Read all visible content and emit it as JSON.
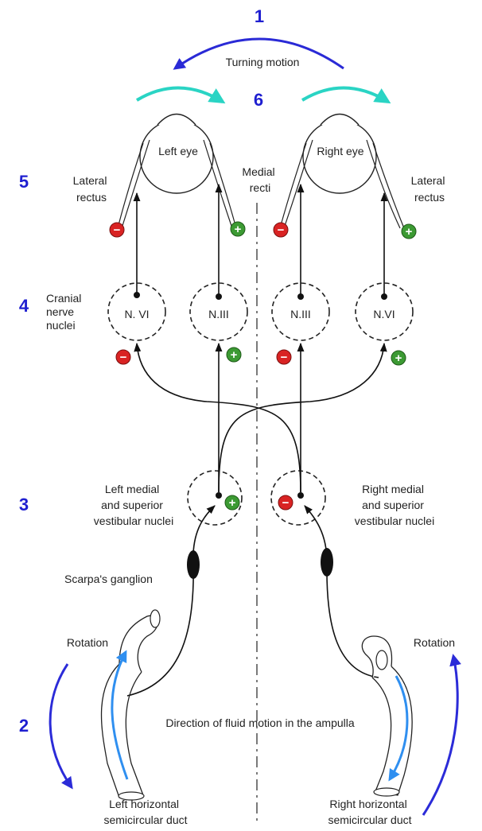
{
  "colors": {
    "number": "#1f1fd0",
    "turn_arrow": "#2a2ad6",
    "eye_arrow": "#2ad4c4",
    "rotation_arrow": "#2b2bd8",
    "fluid_arrow": "#2f8ff0",
    "minus": "#d92323",
    "plus": "#3c9a33",
    "line": "#111111"
  },
  "step_numbers": [
    "1",
    "2",
    "3",
    "4",
    "5",
    "6"
  ],
  "labels": {
    "turning_motion": "Turning motion",
    "left_eye": "Left eye",
    "right_eye": "Right eye",
    "lateral_rectus_left": [
      "Lateral",
      "rectus"
    ],
    "lateral_rectus_right": [
      "Lateral",
      "rectus"
    ],
    "medial_recti": [
      "Medial",
      "recti"
    ],
    "cranial_nerve_nuclei": [
      "Cranial",
      "nerve",
      "nuclei"
    ],
    "nuclei": [
      "N. VI",
      "N.III",
      "N.III",
      "N.VI"
    ],
    "left_vestibular": [
      "Left medial",
      "and superior",
      "vestibular nuclei"
    ],
    "right_vestibular": [
      "Right medial",
      "and superior",
      "vestibular nuclei"
    ],
    "scarpas_ganglion": "Scarpa's ganglion",
    "rotation_left": "Rotation",
    "rotation_right": "Rotation",
    "fluid_motion": "Direction of fluid motion in the ampulla",
    "left_duct": [
      "Left horizontal",
      "semicircular duct"
    ],
    "right_duct": [
      "Right horizontal",
      "semicircular duct"
    ]
  },
  "signs": {
    "minus": "−",
    "plus": "+"
  }
}
